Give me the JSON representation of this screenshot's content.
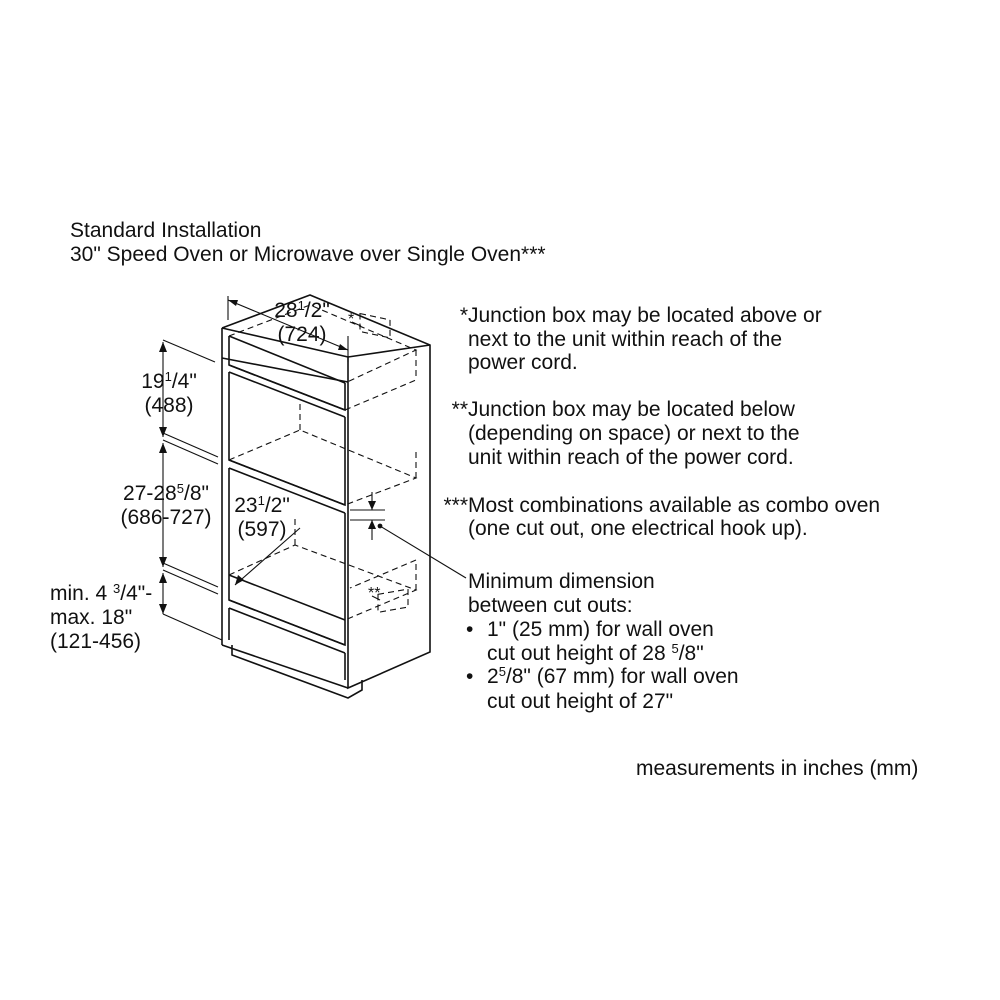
{
  "title": {
    "line1": "Standard Installation",
    "line2": "30\" Speed Oven or Microwave over Single Oven***"
  },
  "dimensions": {
    "width_a": "28",
    "width_sup": "1",
    "width_b": "/2\"",
    "width_mm": "(724)",
    "top_a": "19",
    "top_sup": "1",
    "top_b": "/4\"",
    "top_mm": "(488)",
    "mid_a": "27-28",
    "mid_sup": "5",
    "mid_b": "/8\"",
    "mid_mm": "(686-727)",
    "depth_a": "23",
    "depth_sup": "1",
    "depth_b": "/2\"",
    "depth_mm": "(597)",
    "bottom_a": "min. 4 ",
    "bottom_sup": "3",
    "bottom_b": "/4\"-",
    "bottom_line2": "max. 18\"",
    "bottom_mm": "(121-456)"
  },
  "markers": {
    "single": "*",
    "double": "**"
  },
  "notes": [
    {
      "mark": "*",
      "lines": [
        "Junction box may be located above or",
        "next to the unit within reach of the",
        "power cord."
      ]
    },
    {
      "mark": "**",
      "lines": [
        "Junction box may be located below",
        "(depending on space) or next to the",
        "unit within reach of the power cord."
      ]
    },
    {
      "mark": "***",
      "lines": [
        "Most combinations available as combo oven",
        "(one cut out, one electrical hook up)."
      ]
    }
  ],
  "minimum": {
    "heading1": "Minimum dimension",
    "heading2": "between cut outs:",
    "bullet": "•",
    "b1_line1": "1\" (25 mm) for wall oven",
    "b1_line2a": "cut out height of 28 ",
    "b1_line2sup": "5",
    "b1_line2b": "/8\"",
    "b2_line1a": "2",
    "b2_line1sup": "5",
    "b2_line1b": "/8\" (67 mm) for wall oven",
    "b2_line2": "cut out height of 27\""
  },
  "footer": "measurements in inches (mm)"
}
